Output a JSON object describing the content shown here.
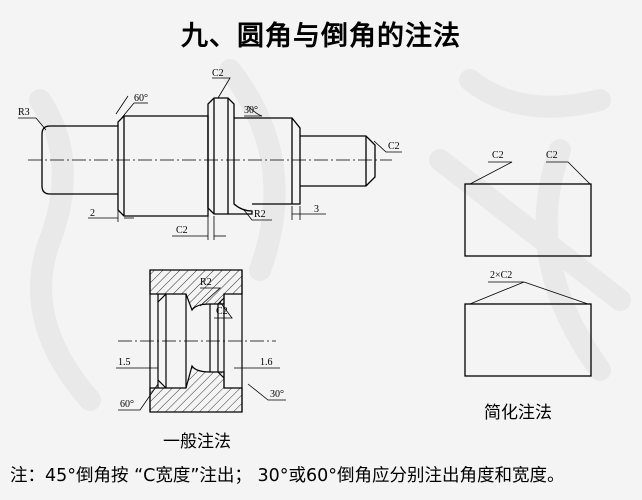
{
  "title": "九、圆角与倒角的注法",
  "shaft_drawing": {
    "labels": {
      "r3": "R3",
      "angle_60": "60°",
      "c2_top": "C2",
      "angle_30": "30°",
      "c2_right": "C2",
      "dim_2": "2",
      "c2_bottom": "C2",
      "r2": "R2",
      "dim_3": "3"
    }
  },
  "hole_drawing": {
    "labels": {
      "r2": "R2",
      "c2": "C2",
      "dim_1_5": "1.5",
      "dim_1_6": "1.6",
      "angle_60": "60°",
      "angle_30": "30°"
    }
  },
  "simplified_drawing": {
    "labels": {
      "c2_left": "C2",
      "c2_right": "C2",
      "two_by_c2": "2×C2"
    }
  },
  "captions": {
    "general": "一般注法",
    "simplified": "简化注法"
  },
  "note": "注：45°倒角按 “C宽度”注出； 30°或60°倒角应分别注出角度和宽度。"
}
